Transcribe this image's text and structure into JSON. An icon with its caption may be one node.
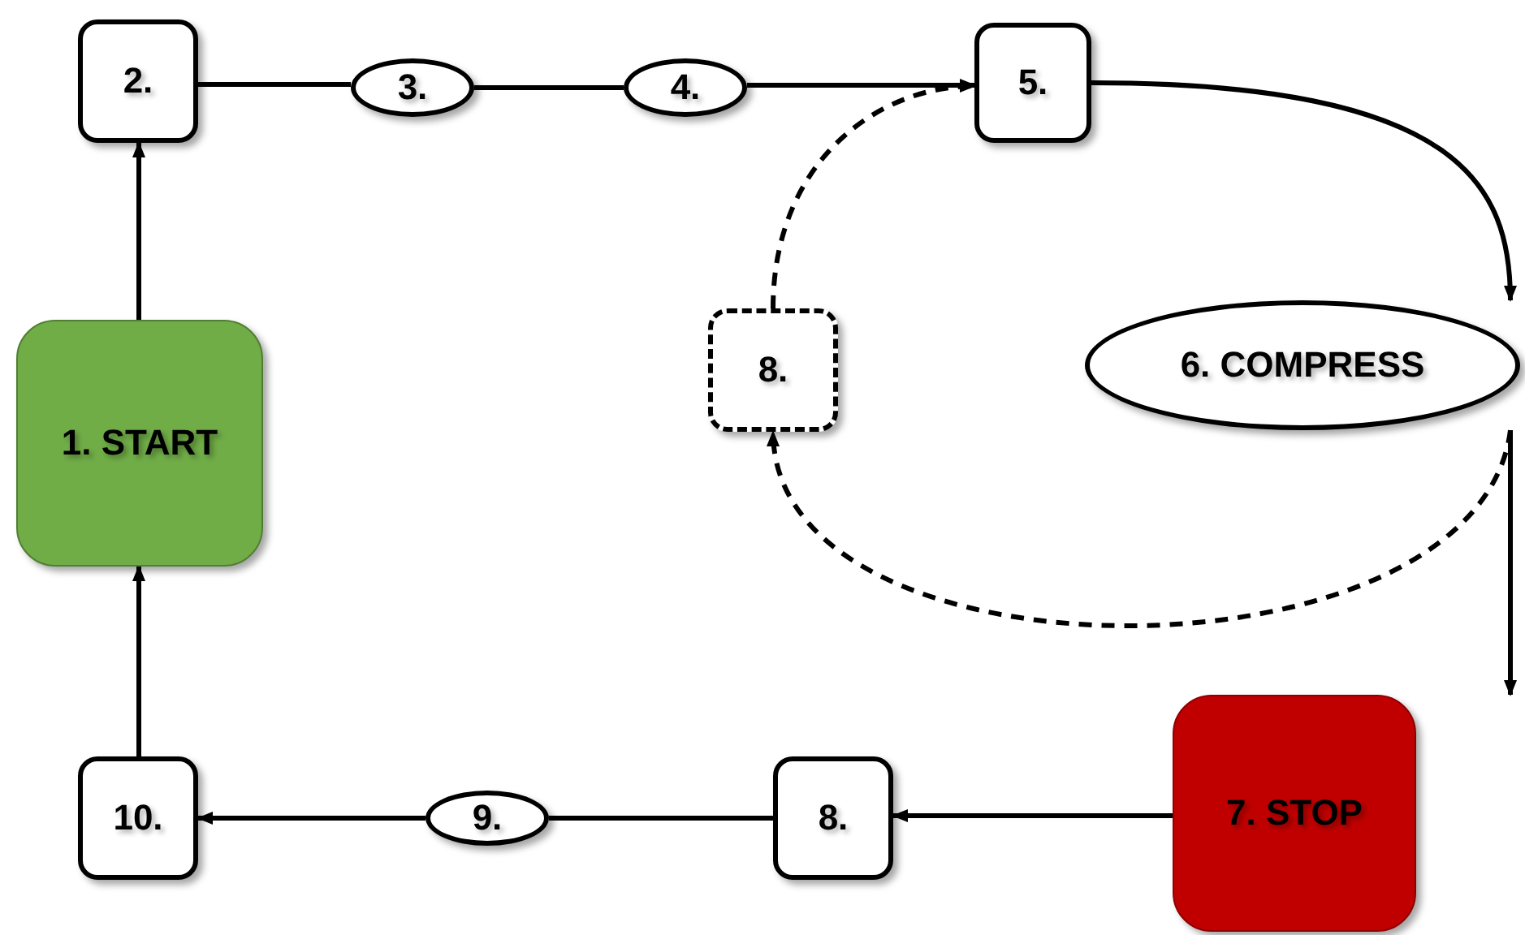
{
  "diagram": {
    "nodes": [
      {
        "text": [
          "2."
        ]
      },
      {
        "text": [
          "3."
        ]
      },
      {
        "text": [
          "4."
        ]
      },
      {
        "text": [
          "5."
        ]
      },
      {
        "text": [
          "1. START"
        ]
      },
      {
        "text": [
          "6. COMPRESS"
        ]
      },
      {
        "text": [
          "8."
        ]
      },
      {
        "text": [
          "7. STOP"
        ]
      },
      {
        "text": [
          "8."
        ]
      },
      {
        "text": [
          "9."
        ]
      },
      {
        "text": [
          "10."
        ]
      }
    ],
    "edges": [
      {
        "from": 4,
        "to": 0,
        "arrow": "to"
      },
      {
        "from": 0,
        "to": 1,
        "arrow": "none"
      },
      {
        "from": 1,
        "to": 2,
        "arrow": "none"
      },
      {
        "from": 2,
        "to": 3,
        "arrow": "to"
      },
      {
        "from": 3,
        "to": 5,
        "arrow": "to"
      },
      {
        "from": 5,
        "to": 6,
        "arrow": "to",
        "style": "dashed"
      },
      {
        "from": 6,
        "to": 3,
        "arrow": "to",
        "style": "dashed"
      },
      {
        "from": 5,
        "to": 7,
        "arrow": "to"
      },
      {
        "from": 7,
        "to": 8,
        "arrow": "to"
      },
      {
        "from": 8,
        "to": 9,
        "arrow": "none"
      },
      {
        "from": 9,
        "to": 10,
        "arrow": "to"
      },
      {
        "from": 10,
        "to": 4,
        "arrow": "to"
      }
    ]
  }
}
